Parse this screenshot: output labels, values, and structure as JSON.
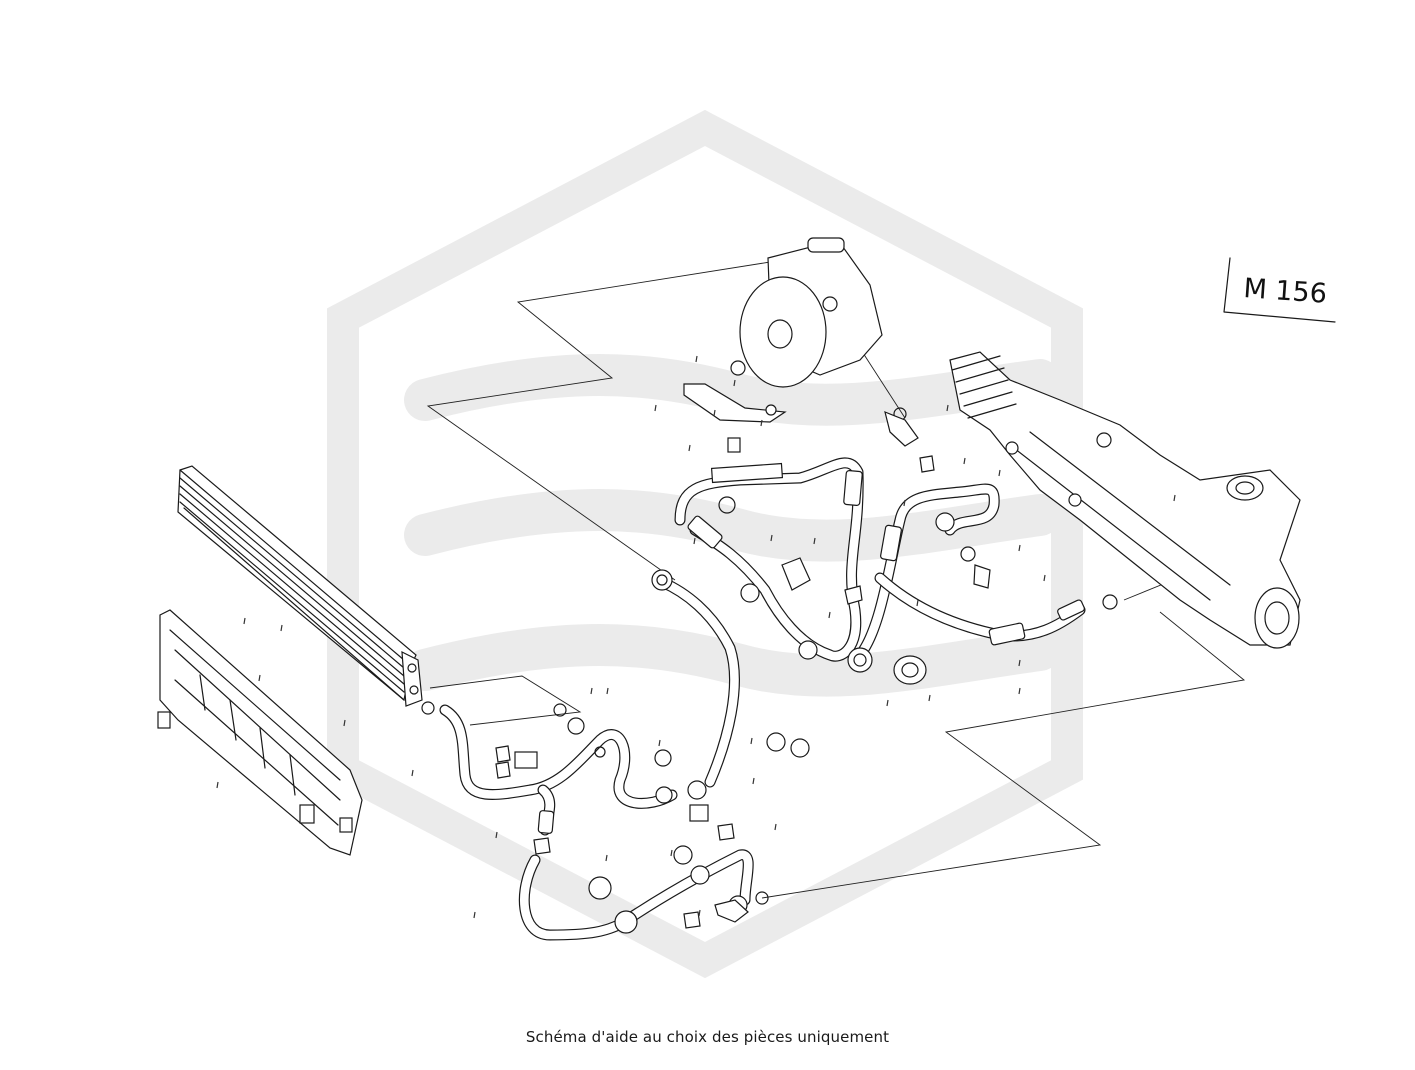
{
  "engine_label": "M 156",
  "caption": "Schéma d'aide au choix des pièces uniquement",
  "colors": {
    "line": "#1a1a1a",
    "watermark": "#ebebeb",
    "background": "#ffffff"
  },
  "icons": [
    "watermark-logo",
    "radiator",
    "radiator-bracket",
    "power-steering-pump",
    "steering-rack",
    "hose-lines",
    "clamps",
    "o-rings",
    "bolts"
  ]
}
